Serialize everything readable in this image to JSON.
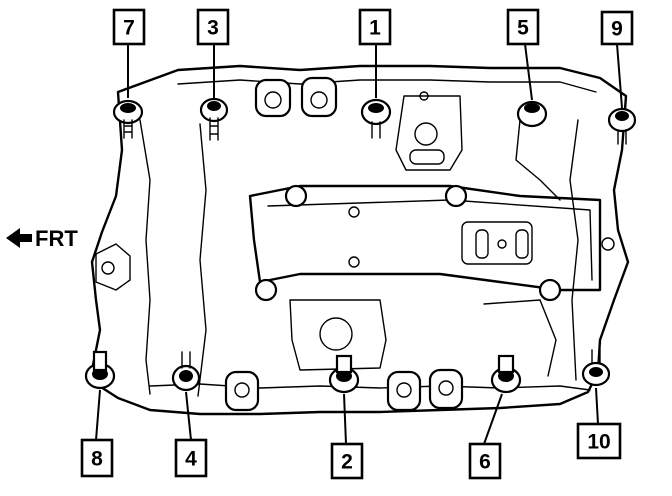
{
  "diagram": {
    "direction_label": "FRT",
    "callouts": [
      {
        "label": "7"
      },
      {
        "label": "3"
      },
      {
        "label": "1"
      },
      {
        "label": "5"
      },
      {
        "label": "9"
      },
      {
        "label": "8"
      },
      {
        "label": "4"
      },
      {
        "label": "2"
      },
      {
        "label": "6"
      },
      {
        "label": "10"
      }
    ]
  }
}
